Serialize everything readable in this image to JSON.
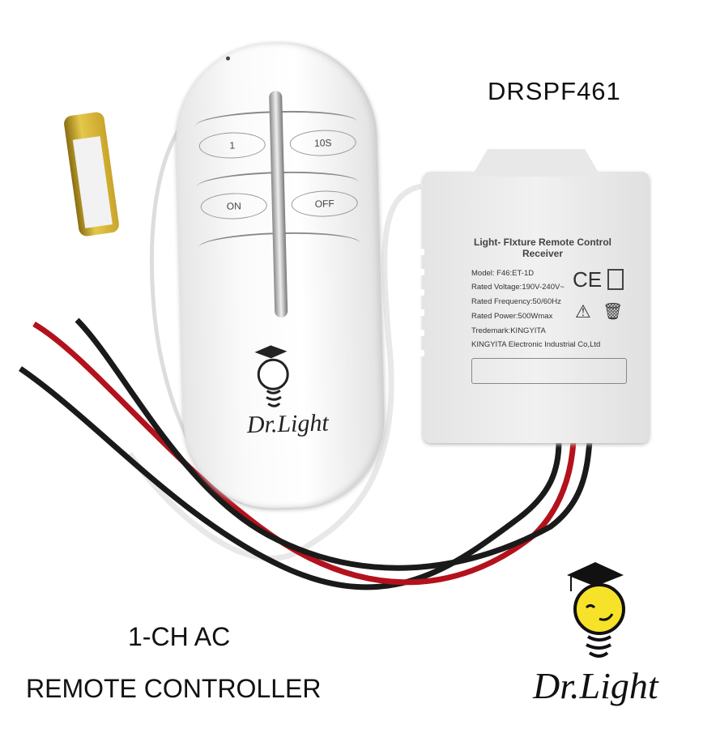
{
  "product_model": "DRSPF461",
  "caption_line1": "1-CH AC",
  "caption_line2": "REMOTE CONTROLLER",
  "brand": "Dr.Light",
  "remote": {
    "buttons": [
      "1",
      "10S",
      "ON",
      "OFF"
    ],
    "brand": "Dr.Light"
  },
  "receiver": {
    "title_line1": "Light- FIxture Remote  Control",
    "title_line2": "Receiver",
    "lines": [
      "Model: F46:ET-1D",
      "Rated Voltage:190V-240V~",
      "Rated Frequency:50/60Hz",
      "Rated Power:500Wmax",
      "Tredemark:KINGYITA",
      "KINGYITA Electronic  Industrial Co,Ltd"
    ],
    "ce_mark": "CE"
  },
  "colors": {
    "wire_red": "#b3121d",
    "wire_black": "#1a1a1a",
    "wire_white": "#f4f4f4",
    "logo_yellow": "#f7e22a"
  }
}
